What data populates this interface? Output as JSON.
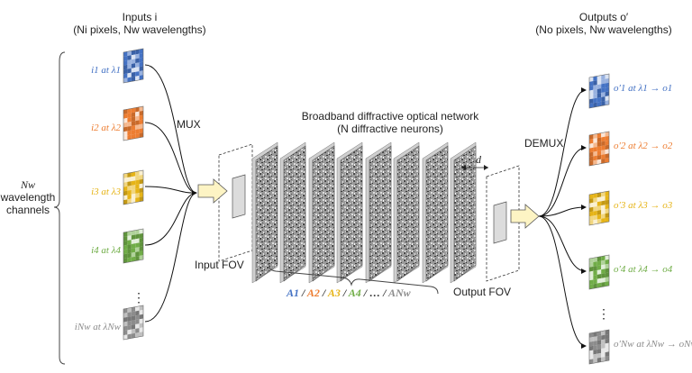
{
  "header_left": {
    "title": "Inputs i",
    "subtitle": "(Ni pixels, Nw wavelengths)"
  },
  "header_right": {
    "title": "Outputs o′",
    "subtitle": "(No pixels, Nw wavelengths)"
  },
  "left_brace_label": [
    "Nw",
    "wavelength",
    "channels"
  ],
  "mux_label": "MUX",
  "demux_label": "DEMUX",
  "network_title": "Broadband diffractive optical network",
  "network_subtitle": "(N diffractive neurons)",
  "input_fov_label": "Input FOV",
  "output_fov_label": "Output FOV",
  "distance_label": "d",
  "ellipsis": "⋮",
  "inputs": [
    {
      "label": "i1 at λ1",
      "color": "#4472c4"
    },
    {
      "label": "i2 at λ2",
      "color": "#ed7d31"
    },
    {
      "label": "i3 at λ3",
      "color": "#e6b417"
    },
    {
      "label": "i4 at λ4",
      "color": "#70ad47"
    },
    {
      "label": "iNw at λNw",
      "color": "#8c8c8c"
    }
  ],
  "outputs": [
    {
      "label": "o′1 at λ1 → o1",
      "color": "#4472c4"
    },
    {
      "label": "o′2 at λ2 → o2",
      "color": "#ed7d31"
    },
    {
      "label": "o′3 at λ3 → o3",
      "color": "#e6b417"
    },
    {
      "label": "o′4 at λ4 → o4",
      "color": "#70ad47"
    },
    {
      "label": "o′Nw at λNw → oNw",
      "color": "#8c8c8c"
    }
  ],
  "layer_label": [
    {
      "text": "A1",
      "color": "#4472c4"
    },
    {
      "text": " / ",
      "color": "#333333"
    },
    {
      "text": "A2",
      "color": "#ed7d31"
    },
    {
      "text": " / ",
      "color": "#333333"
    },
    {
      "text": "A3",
      "color": "#e6b417"
    },
    {
      "text": " / ",
      "color": "#333333"
    },
    {
      "text": "A4",
      "color": "#70ad47"
    },
    {
      "text": " / … / ",
      "color": "#333333"
    },
    {
      "text": "ANw",
      "color": "#8c8c8c"
    }
  ],
  "arrow_fill": "#fdf4c4",
  "arrow_stroke": "#555555"
}
